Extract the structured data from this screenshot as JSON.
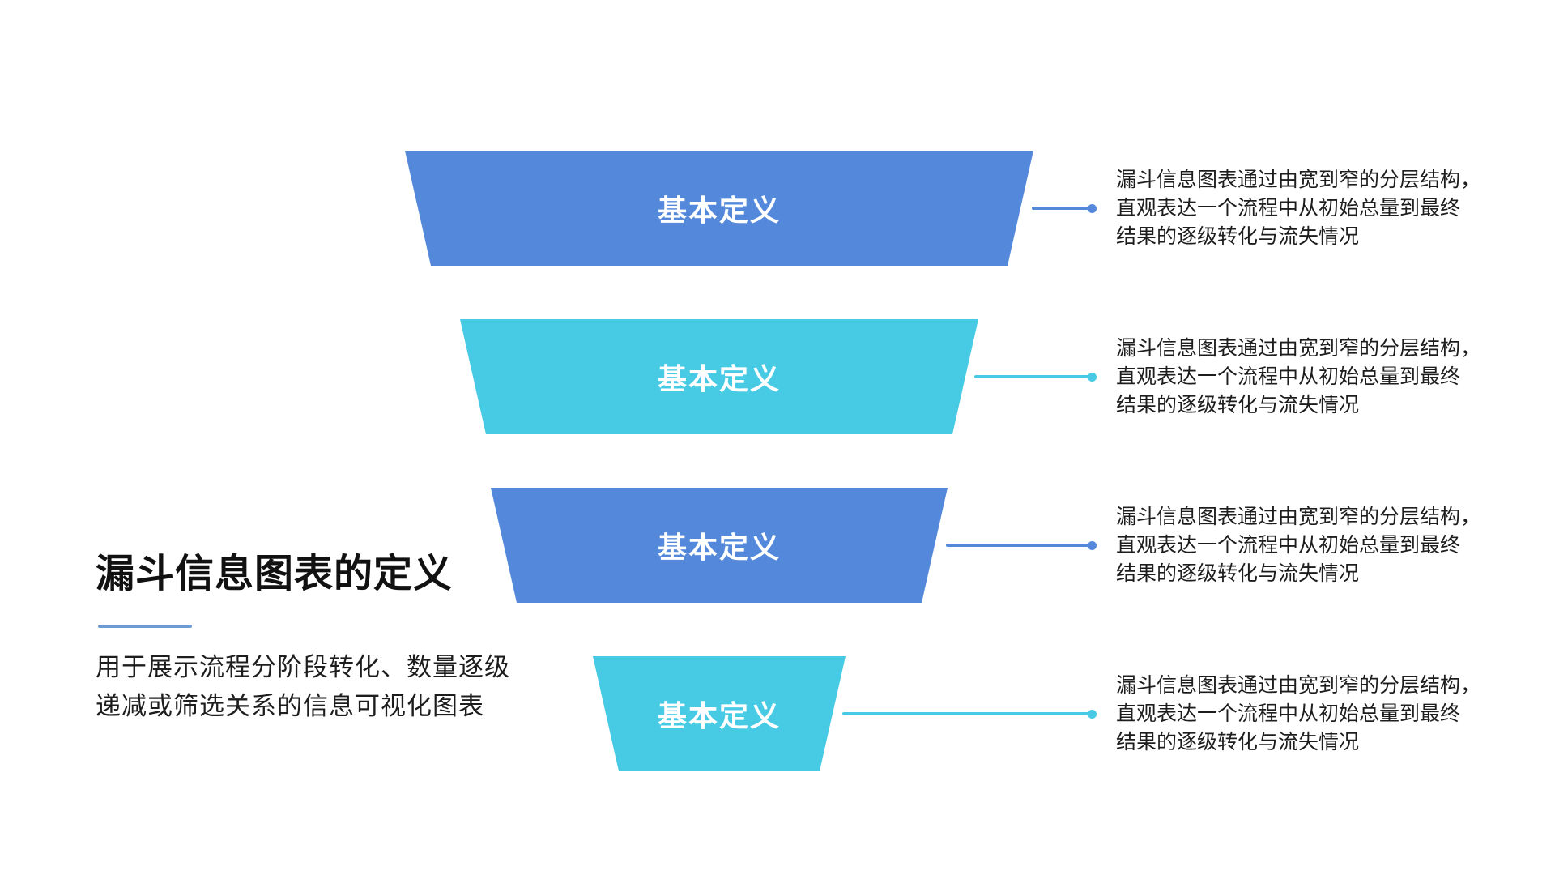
{
  "page": {
    "background": "#ffffff"
  },
  "colors": {
    "blue": "#5388DB",
    "cyan": "#47CBE5",
    "underline": "#6D9CD4",
    "text_dark": "#1d1d1d",
    "title_dark": "#111111",
    "label_white": "#ffffff"
  },
  "left_panel": {
    "title": "漏斗信息图表的定义",
    "subtitle_lines": [
      "用于展示流程分阶段转化、数量逐级",
      "递减或筛选关系的信息可视化图表"
    ]
  },
  "funnel": {
    "stages": [
      {
        "label": "基本定义",
        "color_key": "blue",
        "description_lines": [
          "漏斗信息图表通过由宽到窄的分层结构，",
          "直观表达一个流程中从初始总量到最终",
          "结果的逐级转化与流失情况"
        ]
      },
      {
        "label": "基本定义",
        "color_key": "cyan",
        "description_lines": [
          "漏斗信息图表通过由宽到窄的分层结构，",
          "直观表达一个流程中从初始总量到最终",
          "结果的逐级转化与流失情况"
        ]
      },
      {
        "label": "基本定义",
        "color_key": "blue",
        "description_lines": [
          "漏斗信息图表通过由宽到窄的分层结构，",
          "直观表达一个流程中从初始总量到最终",
          "结果的逐级转化与流失情况"
        ]
      },
      {
        "label": "基本定义",
        "color_key": "cyan",
        "description_lines": [
          "漏斗信息图表通过由宽到窄的分层结构，",
          "直观表达一个流程中从初始总量到最终",
          "结果的逐级转化与流失情况"
        ]
      }
    ]
  }
}
